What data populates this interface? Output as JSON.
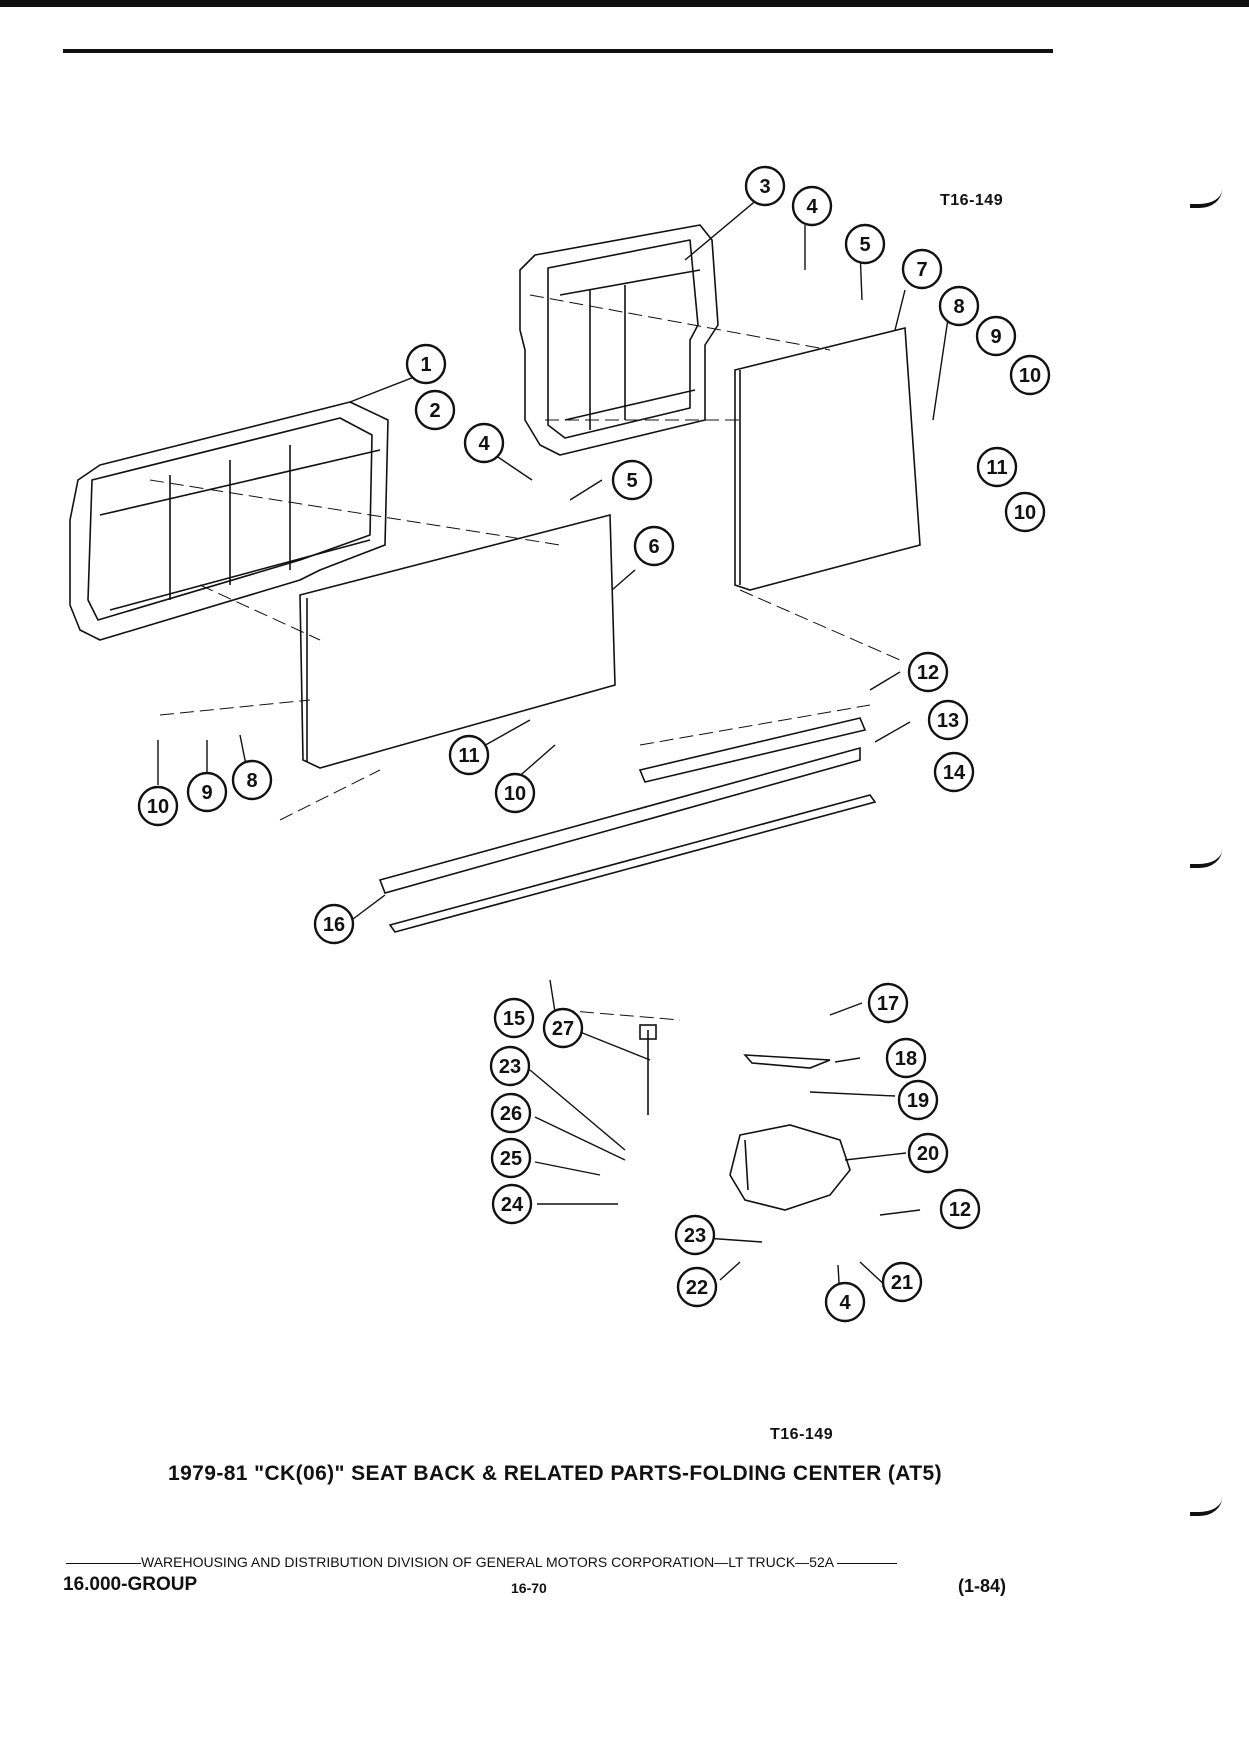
{
  "figure_ref_top": "T16-149",
  "figure_ref_bottom": "T16-149",
  "title": "1979-81 \"CK(06)\" SEAT BACK & RELATED PARTS-FOLDING CENTER (AT5)",
  "footer": {
    "division": "WAREHOUSING AND DISTRIBUTION DIVISION OF GENERAL MOTORS CORPORATION—LT TRUCK—52A",
    "group": "16.000-GROUP",
    "page": "16-70",
    "revision": "(1-84)"
  },
  "callouts": [
    "3",
    "4",
    "5",
    "7",
    "8",
    "9",
    "10",
    "1",
    "2",
    "4",
    "5",
    "11",
    "10",
    "6",
    "12",
    "13",
    "14",
    "10",
    "9",
    "8",
    "11",
    "10",
    "16",
    "15",
    "27",
    "17",
    "18",
    "19",
    "23",
    "26",
    "25",
    "20",
    "12",
    "24",
    "23",
    "22",
    "4",
    "21"
  ]
}
